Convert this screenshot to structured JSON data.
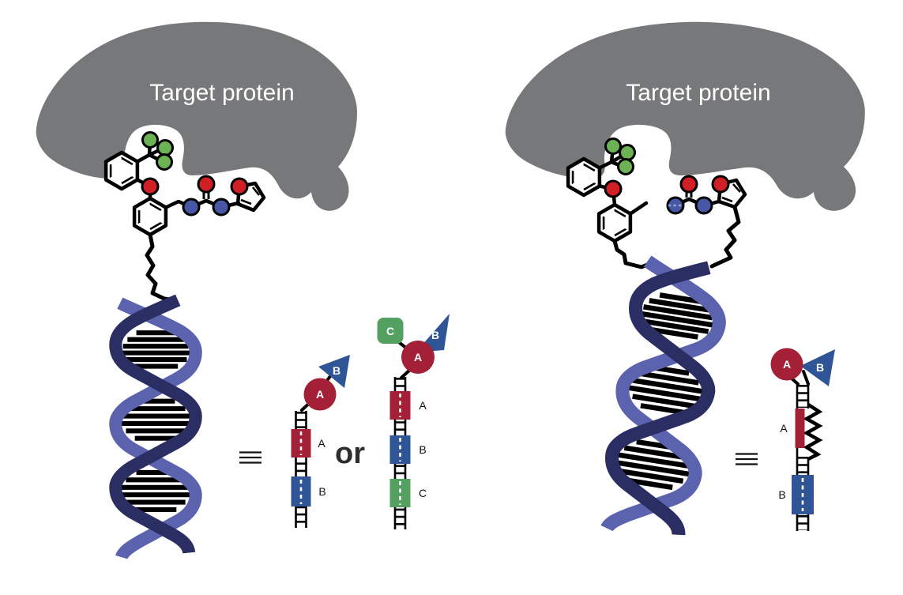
{
  "figure": {
    "description": "DNA-encoded library selection schematic: single-pharmacophore (left) and dual-pharmacophore (right) constructs bound to a target protein",
    "colors": {
      "protein_gray": "#77787a",
      "helix_dark": "#2b2e63",
      "helix_light": "#5c63ae",
      "building_block_crimson": "#a32036",
      "building_block_blue": "#2f5597",
      "building_block_green": "#53a061",
      "atom_oxygen_red": "#d02026",
      "atom_nitrogen_blue": "#4757a5",
      "atom_fluorine_green": "#6cb153",
      "bond_black": "#000000",
      "label_black": "#111111",
      "title_white": "#ffffff"
    },
    "icons": {
      "equivalence": "triple-bar-icon"
    },
    "panels": [
      {
        "title": "Target protein",
        "equivalence_symbol": "≡",
        "or_label": "or",
        "constructs": [
          {
            "name": "single pharmacophore, two codes",
            "tags": [
              {
                "shape": "circle",
                "label": "A"
              },
              {
                "shape": "triangle",
                "label": "B"
              }
            ],
            "codes": [
              {
                "label": "A",
                "color": "crimson"
              },
              {
                "label": "B",
                "color": "blue"
              }
            ]
          },
          {
            "name": "single pharmacophore, three codes",
            "tags": [
              {
                "shape": "rounded-square",
                "label": "C"
              },
              {
                "shape": "circle",
                "label": "A"
              },
              {
                "shape": "triangle",
                "label": "B"
              }
            ],
            "codes": [
              {
                "label": "A",
                "color": "crimson"
              },
              {
                "label": "B",
                "color": "blue"
              },
              {
                "label": "C",
                "color": "green"
              }
            ]
          }
        ]
      },
      {
        "title": "Target protein",
        "equivalence_symbol": "≡",
        "constructs": [
          {
            "name": "dual pharmacophore (two annealed strands)",
            "tags": [
              {
                "shape": "circle",
                "label": "A"
              },
              {
                "shape": "triangle",
                "label": "B"
              }
            ],
            "codes": [
              {
                "label": "A",
                "color": "crimson"
              },
              {
                "label": "B",
                "color": "blue"
              }
            ]
          }
        ]
      }
    ]
  }
}
